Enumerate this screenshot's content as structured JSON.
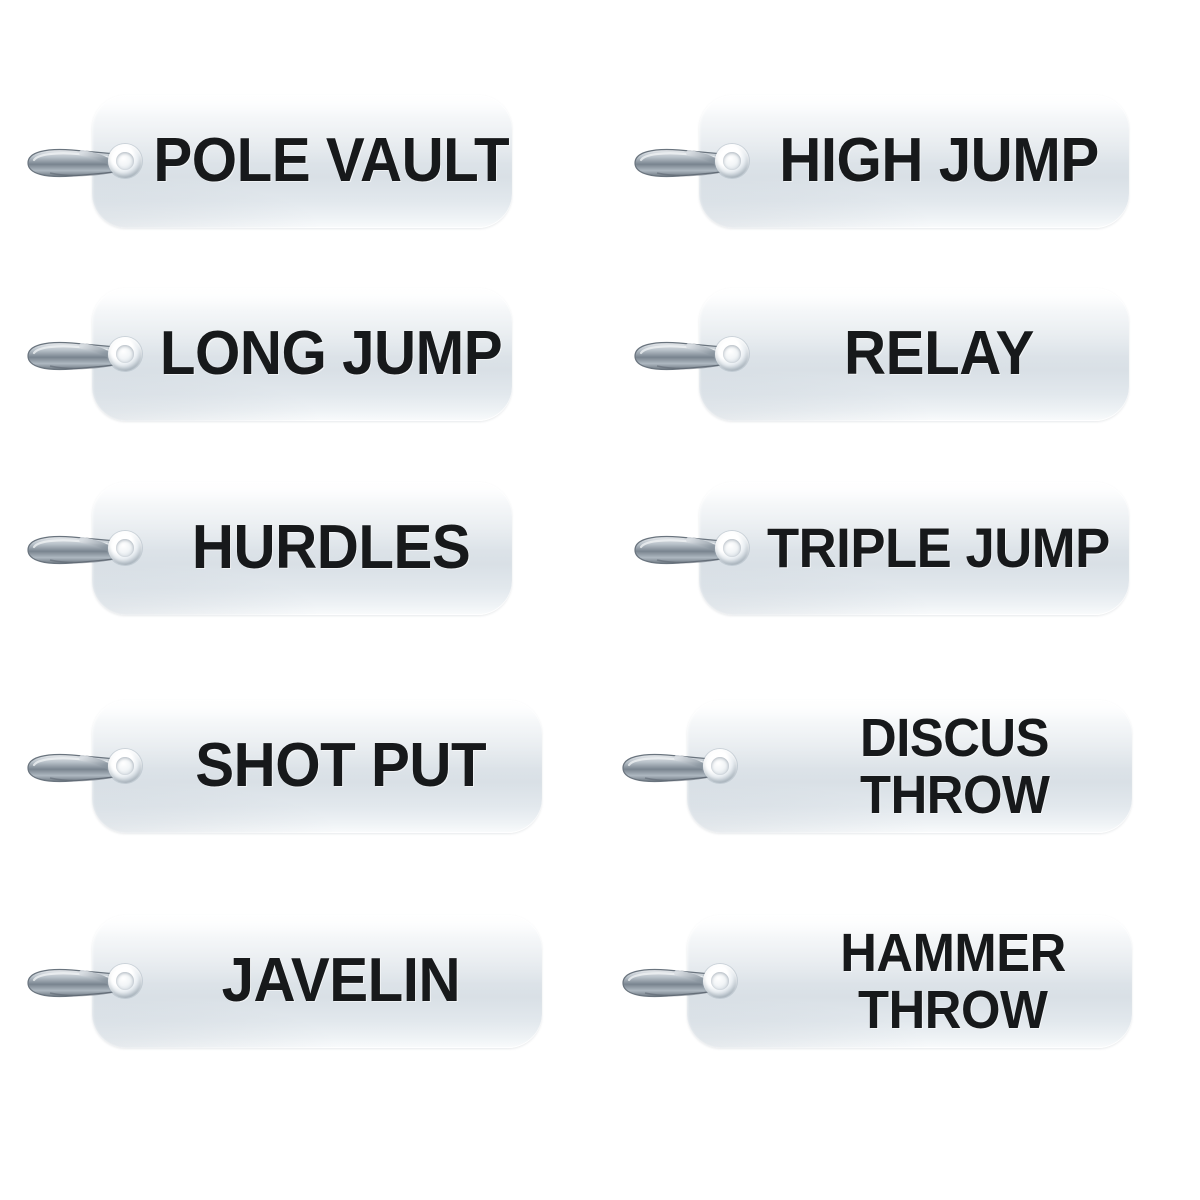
{
  "page": {
    "title": "Athletics Event Key Tags",
    "background_color": "#ffffff",
    "tag_color": "#dfe5ea",
    "tag_highlight_color": "#fdfefe",
    "text_color": "#17191b",
    "metal_color": "#9aa5af",
    "columns": 2,
    "rows": 5
  },
  "tags": [
    {
      "id": "pole-vault",
      "lines": [
        "POLE VAULT"
      ],
      "column": "left",
      "row": 1,
      "icon": "split-ring-clasp-icon"
    },
    {
      "id": "high-jump",
      "lines": [
        "HIGH JUMP"
      ],
      "column": "right",
      "row": 1,
      "icon": "split-ring-clasp-icon"
    },
    {
      "id": "long-jump",
      "lines": [
        "LONG JUMP"
      ],
      "column": "left",
      "row": 2,
      "icon": "split-ring-clasp-icon"
    },
    {
      "id": "relay",
      "lines": [
        "RELAY"
      ],
      "column": "right",
      "row": 2,
      "icon": "split-ring-clasp-icon"
    },
    {
      "id": "hurdles",
      "lines": [
        "HURDLES"
      ],
      "column": "left",
      "row": 3,
      "icon": "split-ring-clasp-icon"
    },
    {
      "id": "triple-jump",
      "lines": [
        "TRIPLE JUMP"
      ],
      "column": "right",
      "row": 3,
      "icon": "split-ring-clasp-icon"
    },
    {
      "id": "shot-put",
      "lines": [
        "SHOT PUT"
      ],
      "column": "left",
      "row": 4,
      "icon": "split-ring-clasp-icon"
    },
    {
      "id": "discus-throw",
      "lines": [
        "DISCUS",
        "THROW"
      ],
      "column": "right",
      "row": 4,
      "icon": "split-ring-clasp-icon"
    },
    {
      "id": "javelin",
      "lines": [
        "JAVELIN"
      ],
      "column": "left",
      "row": 5,
      "icon": "split-ring-clasp-icon"
    },
    {
      "id": "hammer-throw",
      "lines": [
        "HAMMER",
        "THROW"
      ],
      "column": "right",
      "row": 5,
      "icon": "split-ring-clasp-icon"
    }
  ]
}
